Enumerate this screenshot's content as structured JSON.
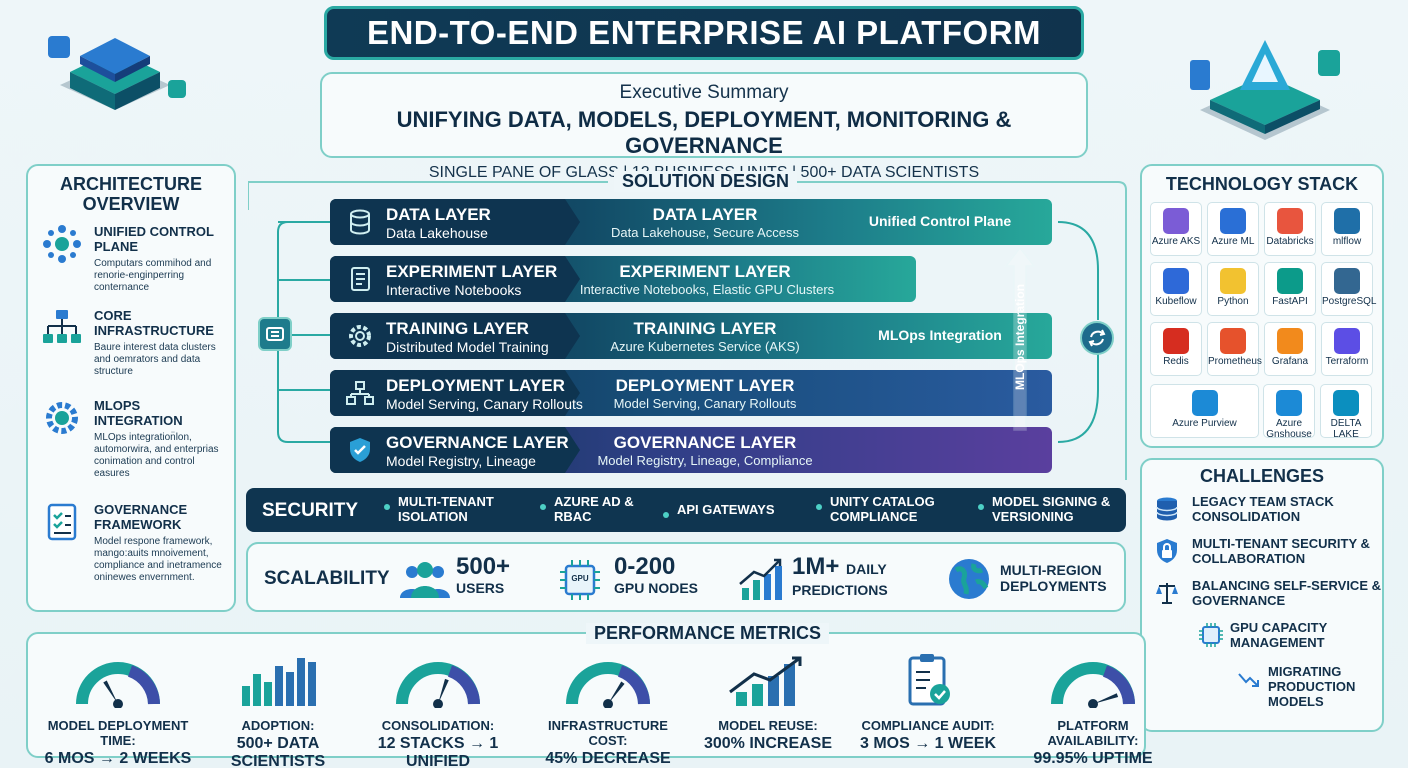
{
  "header": {
    "title": "END-TO-END ENTERPRISE AI PLATFORM"
  },
  "executive": {
    "label": "Executive Summary",
    "headline": "UNIFYING DATA, MODELS, DEPLOYMENT, MONITORING & GOVERNANCE",
    "subline": "SINGLE PANE OF GLASS | 12 BUSINESS UNITS | 500+ DATA SCIENTISTS"
  },
  "architecture": {
    "title": "ARCHITECTURE OVERVIEW",
    "items": [
      {
        "heading": "UNIFIED CONTROL PLANE",
        "desc": "Computars commihod and renorie-enginperring conternance",
        "icon": "network-hub-icon"
      },
      {
        "heading": "CORE INFRASTRUCTURE",
        "desc": "Baure interest data clusters and oemrators and data structure",
        "icon": "hierarchy-icon"
      },
      {
        "heading": "MLOPS INTEGRATION",
        "desc": "MLOps integration̈lon, automorwira, and enterprias conimation and control easures",
        "icon": "gear-icon"
      },
      {
        "heading": "GOVERNANCE FRAMEWORK",
        "desc": "Model respone framework, mango:auits mnoivement, compliance and inetramence oninewes envernment.",
        "icon": "checklist-icon"
      }
    ]
  },
  "solution": {
    "title": "SOLUTION DESIGN",
    "layers": [
      {
        "name": "DATA LAYER",
        "sub": "Data Lakehouse",
        "name2": "DATA LAYER",
        "sub2": "Data Lakehouse, Secure Access",
        "tail": "Unified Control Plane",
        "icon": "database-icon"
      },
      {
        "name": "EXPERIMENT LAYER",
        "sub": "Interactive Notebooks",
        "name2": "EXPERIMENT LAYER",
        "sub2": "Interactive Notebooks, Elastic GPU Clusters",
        "tail": "",
        "icon": "notebook-icon"
      },
      {
        "name": "TRAINING LAYER",
        "sub": "Distributed Model Training",
        "name2": "TRAINING LAYER",
        "sub2": "Azure Kubernetes Service (AKS)",
        "tail": "MLOps Integration",
        "icon": "cog-icon"
      },
      {
        "name": "DEPLOYMENT LAYER",
        "sub": "Model Serving, Canary Rollouts",
        "name2": "DEPLOYMENT LAYER",
        "sub2": "Model Serving, Canary Rollouts",
        "tail": "",
        "icon": "deploy-icon"
      },
      {
        "name": "GOVERNANCE LAYER",
        "sub": "Model Registry, Lineage",
        "name2": "GOVERNANCE LAYER",
        "sub2": "Model Registry, Lineage, Compliance",
        "tail": "",
        "icon": "shield-icon"
      }
    ],
    "vertical_label": "MLOps Integration"
  },
  "security": {
    "label": "SECURITY",
    "items": [
      "MULTI-TENANT ISOLATION",
      "AZURE AD & RBAC",
      "API GATEWAYS",
      "UNITY CATALOG COMPLIANCE",
      "MODEL SIGNING & VERSIONING"
    ]
  },
  "scalability": {
    "label": "SCALABILITY",
    "items": [
      {
        "big": "500+",
        "small": "USERS",
        "icon": "users-icon"
      },
      {
        "big": "0-200",
        "small": "GPU NODES",
        "icon": "gpu-icon",
        "chip": "GPU"
      },
      {
        "big": "1M+",
        "extra": "DAILY",
        "small": "PREDICTIONS",
        "icon": "growth-chart-icon"
      },
      {
        "big": "MULTI-REGION",
        "small": "DEPLOYMENTS",
        "icon": "globe-icon"
      }
    ]
  },
  "tech_stack": {
    "title": "TECHNOLOGY STACK",
    "tiles": [
      {
        "name": "Azure AKS",
        "color": "#7b5cd6"
      },
      {
        "name": "Azure ML",
        "color": "#2a6fd6"
      },
      {
        "name": "Databricks",
        "color": "#e8553e"
      },
      {
        "name": "mlflow",
        "color": "#1f6fa8"
      },
      {
        "name": "Kubeflow",
        "color": "#2e69d8"
      },
      {
        "name": "Python",
        "color": "#f2c230"
      },
      {
        "name": "FastAPI",
        "color": "#0c9b8a"
      },
      {
        "name": "PostgreSQL",
        "color": "#336791"
      },
      {
        "name": "Redis",
        "color": "#d62d20"
      },
      {
        "name": "Prometheus",
        "color": "#e6522c"
      },
      {
        "name": "Grafana",
        "color": "#f28a1c"
      },
      {
        "name": "Terraform",
        "color": "#5c4ee5"
      },
      {
        "name": "Azure Purview",
        "color": "#1c8ad6"
      },
      {
        "name": "Azure Gnshouse",
        "color": "#1c8ad6"
      },
      {
        "name": "DELTA LAKE",
        "color": "#0b8fbf"
      }
    ]
  },
  "challenges": {
    "title": "CHALLENGES",
    "items": [
      {
        "text": "LEGACY TEAM STACK CONSOLIDATION",
        "icon": "stack-icon"
      },
      {
        "text": "MULTI-TENANT SECURITY & COLLABORATION",
        "icon": "lock-icon"
      },
      {
        "text": "BALANCING SELF-SERVICE & GOVERNANCE",
        "icon": "scales-icon"
      },
      {
        "text": "GPU CAPACITY MANAGEMENT",
        "icon": "chip-icon"
      },
      {
        "text": "MIGRATING PRODUCTION MODELS",
        "icon": "migrate-arrows-icon"
      }
    ]
  },
  "performance": {
    "title": "PERFORMANCE METRICS",
    "metrics": [
      {
        "label": "MODEL DEPLOYMENT TIME:",
        "value": "6 MOS → 2 WEEKS",
        "icon": "gauge-icon"
      },
      {
        "label": "ADOPTION:",
        "value": "500+ DATA SCIENTISTS",
        "icon": "bar-chart-icon"
      },
      {
        "label": "CONSOLIDATION:",
        "value": "12 STACKS → 1 UNIFIED",
        "icon": "gauge-icon"
      },
      {
        "label": "INFRASTRUCTURE COST:",
        "value": "45% DECREASE",
        "icon": "gauge-icon"
      },
      {
        "label": "MODEL REUSE:",
        "value": "300% INCREASE",
        "icon": "growth-chart-icon"
      },
      {
        "label": "COMPLIANCE AUDIT:",
        "value": "3 MOS → 1 WEEK",
        "icon": "clipboard-check-icon"
      },
      {
        "label": "PLATFORM AVAILABILITY:",
        "value": "99.95% UPTIME",
        "icon": "gauge-icon"
      }
    ]
  },
  "colors": {
    "accent": "#2aa9a3",
    "navy": "#0f3550",
    "purple": "#5a3f9e"
  }
}
